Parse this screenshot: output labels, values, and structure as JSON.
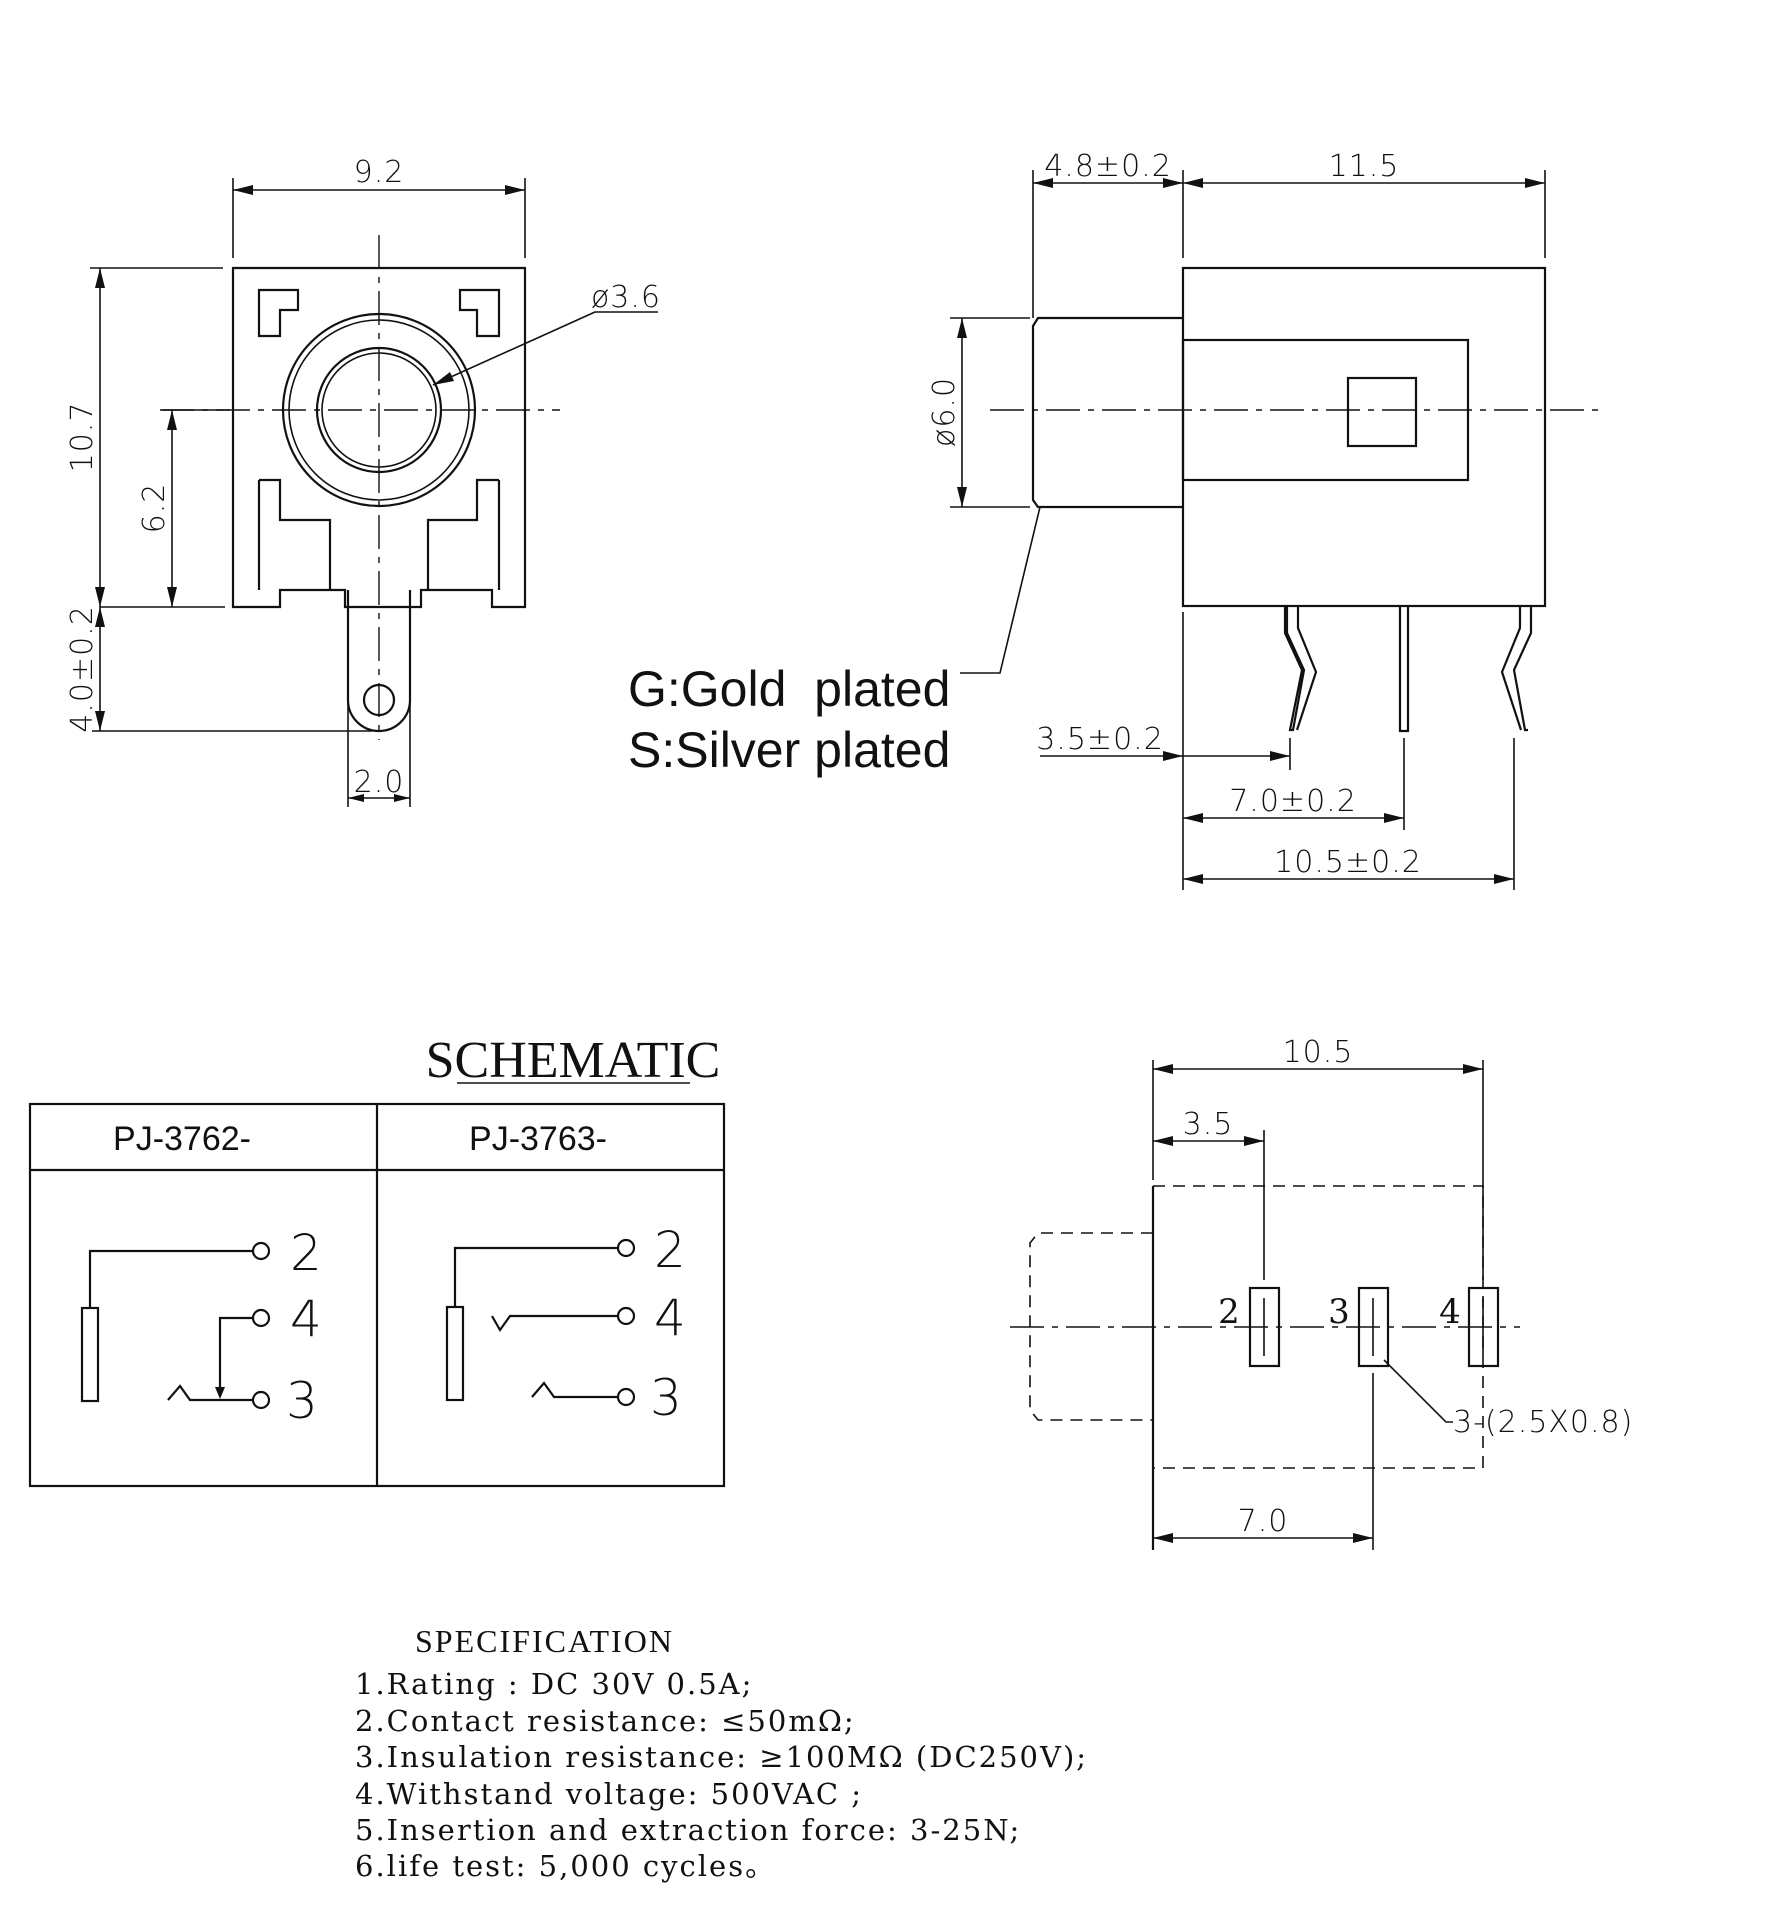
{
  "front_view": {
    "width": "9.2",
    "height": "10.7",
    "center_height": "6.2",
    "pin_length": "4.0±0.2",
    "pin_width": "2.0",
    "hole_diameter": "ø3.6"
  },
  "side_view": {
    "nose_length": "4.8±0.2",
    "body_length": "11.5",
    "nose_diameter": "ø6.0",
    "pin_pos_1": "3.5±0.2",
    "pin_pos_2": "7.0±0.2",
    "pin_pos_3": "10.5±0.2",
    "note_gold": "G:Gold  plated",
    "note_silver": "S:Silver plated"
  },
  "schematic": {
    "title": "SCHEMATIC",
    "col1": "PJ-3762-",
    "col2": "PJ-3763-",
    "pins": [
      "2",
      "4",
      "3"
    ]
  },
  "pcb_layout": {
    "overall": "10.5",
    "offset": "3.5",
    "mid": "7.0",
    "pad_note": "3-(2.5X0.8)",
    "pads": [
      "2",
      "3",
      "4"
    ]
  },
  "specification": {
    "title": "SPECIFICATION",
    "items": [
      "1.Rating : DC 30V 0.5A;",
      "2.Contact resistance: ≤50mΩ;",
      "3.Insulation resistance: ≥100MΩ (DC250V);",
      "4.Withstand voltage: 500VAC ;",
      "5.Insertion and extraction force: 3-25N;",
      "6.life test: 5,000 cycles。"
    ]
  }
}
